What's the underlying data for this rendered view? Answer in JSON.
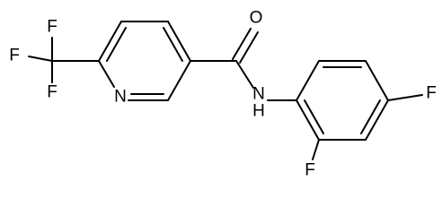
{
  "structure": {
    "atoms": {
      "ring_nitrogen": "N",
      "carbonyl_oxygen": "O",
      "amide_nh": "H",
      "cf3_fluorine_top": "F",
      "cf3_fluorine_left": "F",
      "cf3_fluorine_bottom": "F",
      "aryl_fluorine_para": "F",
      "aryl_fluorine_ortho": "F"
    },
    "amide_nitrogen": "N"
  },
  "colors": {
    "bond": "#000000",
    "label": "#000000",
    "background": "#ffffff"
  }
}
